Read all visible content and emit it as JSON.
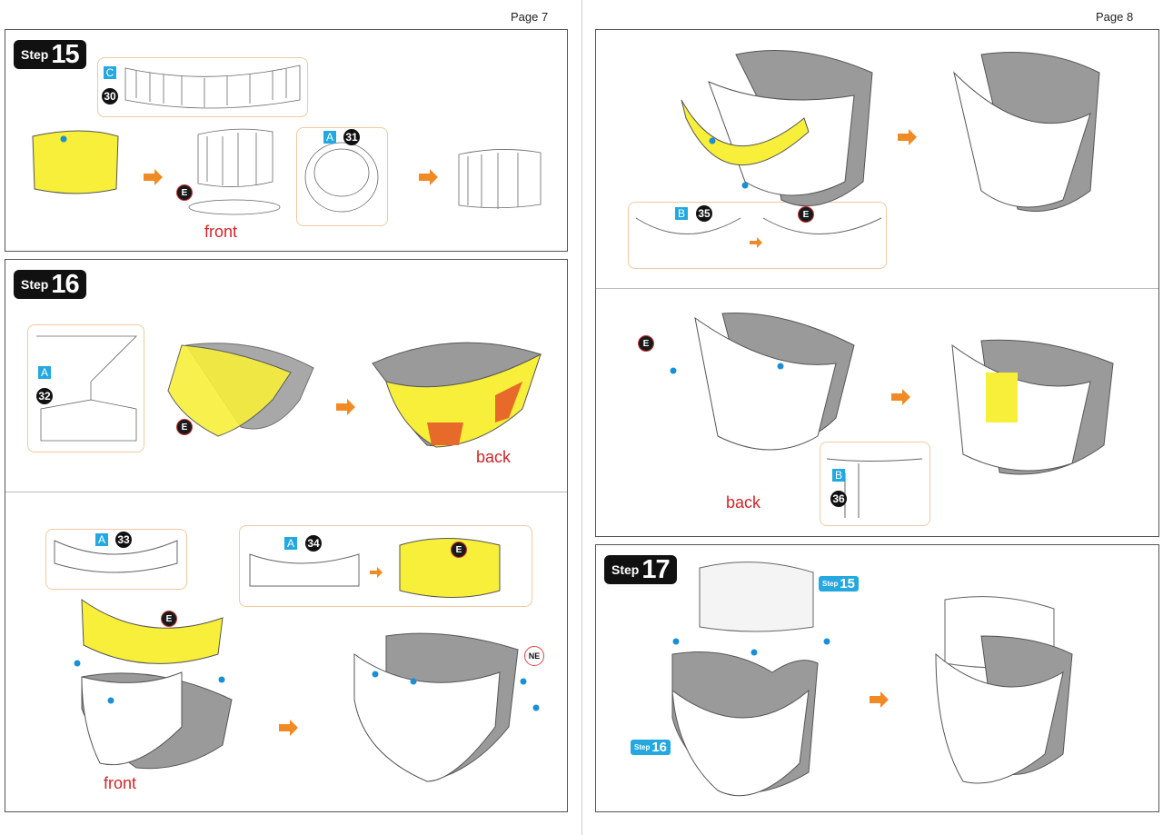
{
  "pages": {
    "left": "Page 7",
    "right": "Page 8"
  },
  "steps": {
    "s15": {
      "word": "Step",
      "num": "15"
    },
    "s16": {
      "word": "Step",
      "num": "16"
    },
    "s17": {
      "word": "Step",
      "num": "17"
    }
  },
  "step_refs": {
    "r15": {
      "word": "Step",
      "num": "15"
    },
    "r16": {
      "word": "Step",
      "num": "16"
    }
  },
  "parts": [
    {
      "sheet": "C",
      "num": "30"
    },
    {
      "sheet": "A",
      "num": "31"
    },
    {
      "sheet": "A",
      "num": "32"
    },
    {
      "sheet": "A",
      "num": "33"
    },
    {
      "sheet": "A",
      "num": "34"
    },
    {
      "sheet": "B",
      "num": "35"
    },
    {
      "sheet": "B",
      "num": "36"
    }
  ],
  "labels": {
    "front1": "front",
    "back1": "back",
    "back2": "back",
    "front2": "front"
  },
  "badges": {
    "e": "E",
    "ne": "NE"
  },
  "colors": {
    "yellow": "#f7ef3a",
    "gray": "#9a9a9a",
    "orange": "#f08a24",
    "blue": "#1a8fd6",
    "red": "#d0262a"
  }
}
